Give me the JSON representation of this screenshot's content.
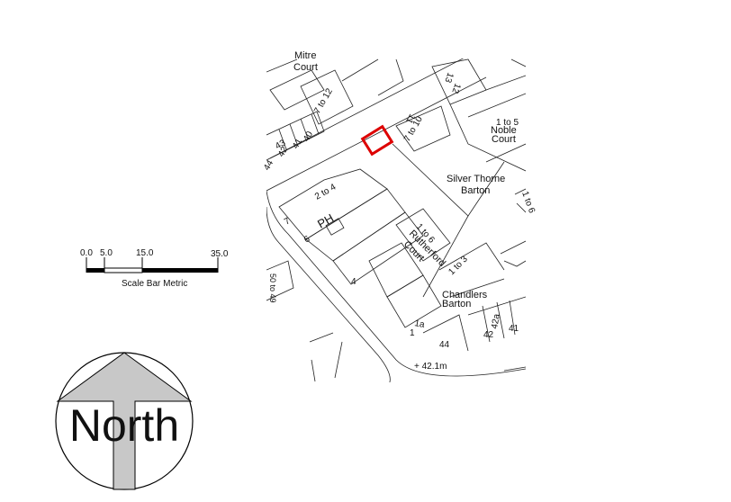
{
  "map": {
    "labels": {
      "mitre_line1": "Mitre",
      "mitre_line2": "Court",
      "seven_to_twelve": "7 to 12",
      "n13": "13",
      "n12": "12",
      "n11": "11",
      "seven_to_ten": "7 to 10",
      "noble_range": "1 to 5",
      "noble_line1": "Noble",
      "noble_line2": "Court",
      "n43": "43",
      "n42": "42",
      "n41": "41",
      "n40": "40",
      "n44": "44",
      "two_to_four": "2 to 4",
      "silver_line1": "Silver Thorne",
      "silver_line2": "Barton",
      "one_to_six_right": "1 to 6",
      "n7": "7",
      "ph": "PH",
      "n6": "6",
      "one_to_six_ruth": "1 to 6",
      "ruth_line1": "Rutherford",
      "ruth_line2": "Court",
      "one_to_three": "1 to 3",
      "n4": "4",
      "fifty_to_49": "50 to 49",
      "chandlers_line1": "Chandlers",
      "chandlers_line2": "Barton",
      "n1a": "1a",
      "n1": "1",
      "n42a": "42a",
      "n42_lower": "42",
      "n41_lower": "41",
      "n44_lower": "44",
      "spot_height": "+ 42.1m"
    },
    "site_outline_color": "#dd0000"
  },
  "scale_bar": {
    "ticks": [
      "0.0",
      "5.0",
      "15.0",
      "35.0"
    ],
    "caption": "Scale Bar Metric"
  },
  "north_arrow": {
    "label": "North",
    "arrow_color": "#c8c8c8"
  }
}
